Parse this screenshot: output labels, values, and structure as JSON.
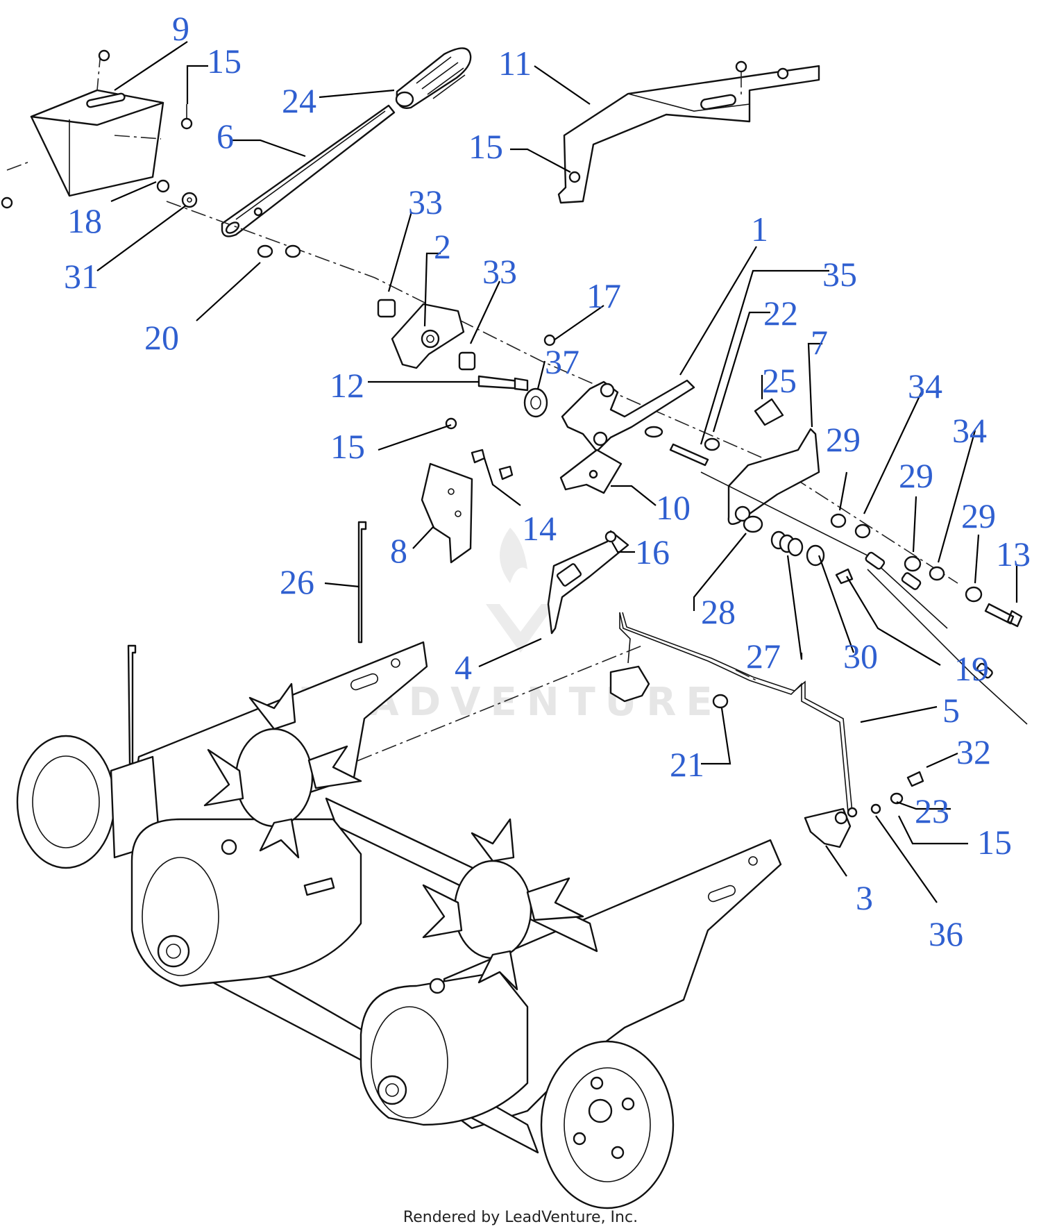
{
  "diagram": {
    "callouts": [
      {
        "label": "9"
      },
      {
        "label": "15"
      },
      {
        "label": "24"
      },
      {
        "label": "11"
      },
      {
        "label": "6"
      },
      {
        "label": "15"
      },
      {
        "label": "18"
      },
      {
        "label": "31"
      },
      {
        "label": "33"
      },
      {
        "label": "2"
      },
      {
        "label": "1"
      },
      {
        "label": "33"
      },
      {
        "label": "35"
      },
      {
        "label": "17"
      },
      {
        "label": "22"
      },
      {
        "label": "20"
      },
      {
        "label": "37"
      },
      {
        "label": "7"
      },
      {
        "label": "25"
      },
      {
        "label": "12"
      },
      {
        "label": "34"
      },
      {
        "label": "29"
      },
      {
        "label": "34"
      },
      {
        "label": "15"
      },
      {
        "label": "29"
      },
      {
        "label": "29"
      },
      {
        "label": "10"
      },
      {
        "label": "14"
      },
      {
        "label": "13"
      },
      {
        "label": "8"
      },
      {
        "label": "16"
      },
      {
        "label": "26"
      },
      {
        "label": "28"
      },
      {
        "label": "27"
      },
      {
        "label": "30"
      },
      {
        "label": "4"
      },
      {
        "label": "19"
      },
      {
        "label": "5"
      },
      {
        "label": "21"
      },
      {
        "label": "32"
      },
      {
        "label": "23"
      },
      {
        "label": "15"
      },
      {
        "label": "3"
      },
      {
        "label": "36"
      }
    ],
    "watermark": "LEADVENTURE",
    "footer": "Rendered by LeadVenture, Inc.",
    "colors": {
      "callout": "#2f5fd0",
      "line": "#111111",
      "background": "#ffffff"
    }
  }
}
